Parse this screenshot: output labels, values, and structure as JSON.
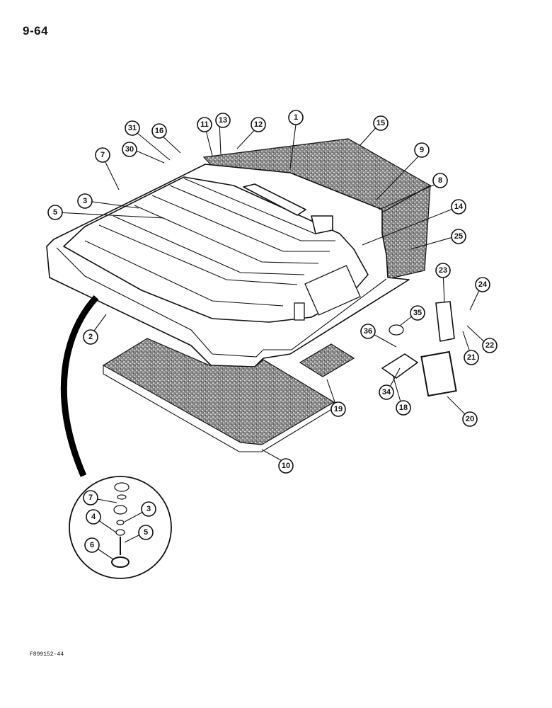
{
  "page": {
    "number": "9-64",
    "figure_code": "F899152-44"
  },
  "callouts": {
    "c1": "1",
    "c2": "2",
    "c3": "3",
    "c5": "5",
    "c7": "7",
    "c8": "8",
    "c9": "9",
    "c10": "10",
    "c11": "11",
    "c12": "12",
    "c13": "13",
    "c14": "14",
    "c15": "15",
    "c16": "16",
    "c18": "18",
    "c19": "19",
    "c20": "20",
    "c21": "21",
    "c22": "22",
    "c23": "23",
    "c24": "24",
    "c25": "25",
    "c30": "30",
    "c31": "31",
    "c34": "34",
    "c35": "35",
    "c36": "36"
  },
  "detail_callouts": {
    "d3": "3",
    "d4": "4",
    "d5": "5",
    "d6": "6",
    "d7": "7"
  },
  "colors": {
    "ink": "#111111",
    "paper": "#ffffff",
    "foam": "#6b6b6b"
  }
}
